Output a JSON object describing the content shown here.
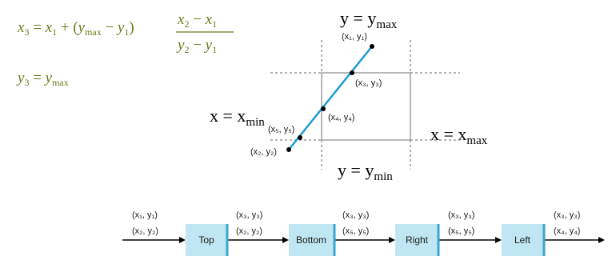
{
  "equations": {
    "eq1": {
      "x3": "x",
      "x3_sub": "3",
      "equals": " = ",
      "x1": "x",
      "x1_sub": "1",
      "plus": " + (",
      "ymax_y": "y",
      "ymax_sub": "max",
      "minus": " − ",
      "y1": "y",
      "y1_sub": "1",
      "close": ")",
      "num_x2": "x",
      "num_x2_sub": "2",
      "num_minus": " − ",
      "num_x1": "x",
      "num_x1_sub": "1",
      "den_y2": "y",
      "den_y2_sub": "2",
      "den_minus": " − ",
      "den_y1": "y",
      "den_y1_sub": "1"
    },
    "eq2": {
      "y3": "y",
      "y3_sub": "3",
      "equals": " = ",
      "ymax": "y",
      "ymax_sub": "max"
    }
  },
  "clip_window": {
    "label_top": "y = y",
    "label_top_sub": "max",
    "label_bottom": "y = y",
    "label_bottom_sub": "min",
    "label_left": "x = x",
    "label_left_sub": "min",
    "label_right": "x = x",
    "label_right_sub": "max"
  },
  "points": {
    "p1": "(x₁, y₁)",
    "p3": "(x₃, y₃)",
    "p4": "(x₄, y₄)",
    "p5": "(x₅, y₅)",
    "p2": "(x₂, y₂)"
  },
  "pipeline": {
    "stages": [
      "Top",
      "Bottom",
      "Right",
      "Left"
    ],
    "inputs": [
      {
        "top": "(x₁, y₁)",
        "bottom": "(x₂, y₂)"
      },
      {
        "top": "(x₃, y₃)",
        "bottom": "(x₂, y₂)"
      },
      {
        "top": "(x₃, y₃)",
        "bottom": "(x₅, y₅)"
      },
      {
        "top": "(x₃, y₃)",
        "bottom": "(x₅, y₅)"
      },
      {
        "top": "(x₃, y₃)",
        "bottom": "(x₄, y₄)"
      }
    ]
  },
  "colors": {
    "equation": "#6b7a1a",
    "segment": "#1e9ad6",
    "box_fill": "#bfe6f2",
    "box_edge": "#3aa6cf"
  }
}
